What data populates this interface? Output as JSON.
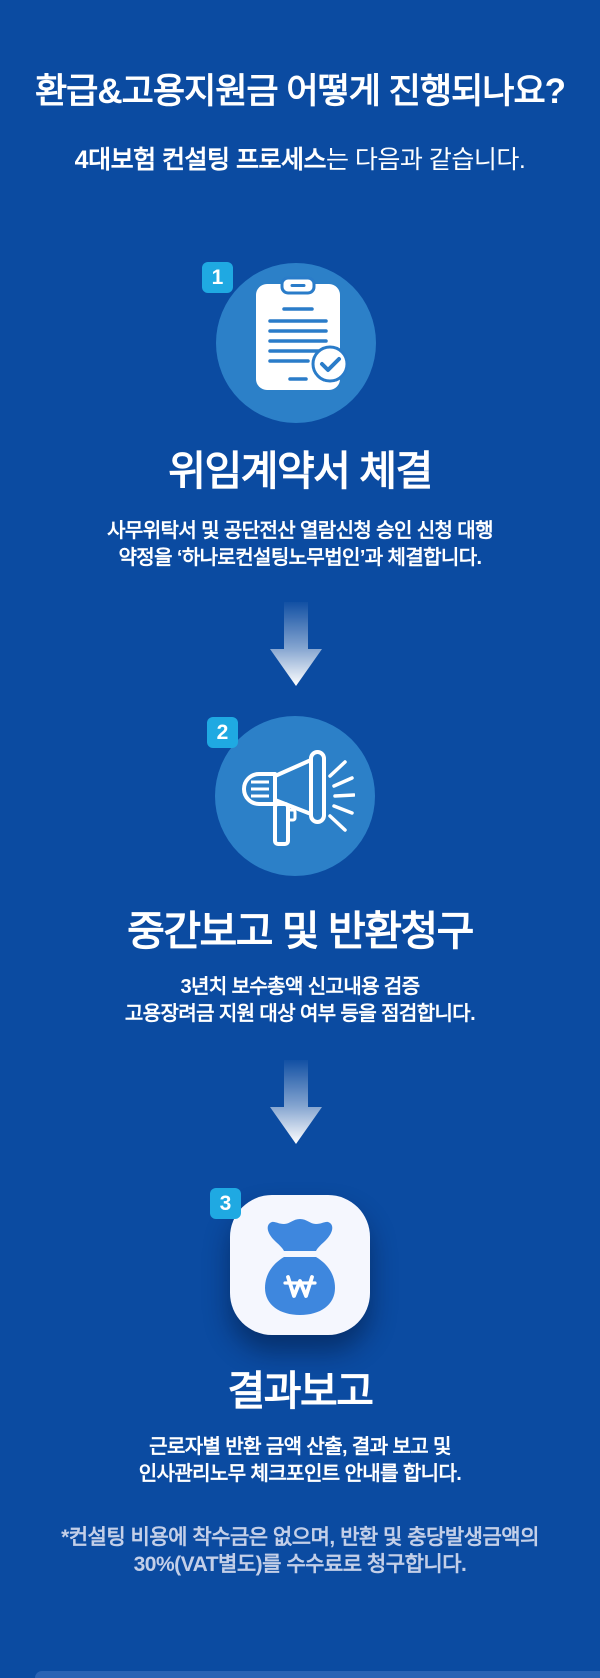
{
  "header": {
    "title": "환급&고용지원금 어떻게 진행되나요?",
    "subtitle_bold": "4대보험 컨설팅 프로세스",
    "subtitle_rest": "는 다음과 같습니다."
  },
  "steps": [
    {
      "number": "1",
      "title": "위임계약서 체결",
      "desc_line1": "사무위탁서 및 공단전산 열람신청 승인 신청 대행",
      "desc_line2": "약정을 ‘하나로컨설팅노무법인’과 체결합니다.",
      "icon": "contract-document-check-icon"
    },
    {
      "number": "2",
      "title": "중간보고 및 반환청구",
      "desc_line1": "3년치 보수총액 신고내용 검증",
      "desc_line2": "고용장려금 지원 대상 여부 등을 점검합니다.",
      "icon": "megaphone-icon"
    },
    {
      "number": "3",
      "title": "결과보고",
      "desc_line1": "근로자별 반환 금액 산출, 결과 보고 및",
      "desc_line2": "인사관리노무 체크포인트 안내를 합니다.",
      "icon": "money-bag-won-icon"
    }
  ],
  "footer": {
    "note_line1": "*컨설팅 비용에 착수금은 없으며, 반환 및 충당발생금액의",
    "note_line2": "30%(VAT별도)를 수수료로 청구합니다."
  },
  "colors": {
    "background": "#0b4ba1",
    "step_circle": "#2c80c8",
    "badge": "#1fa9e2",
    "money_bag": "#3e87de",
    "squircle": "#f5f7fe",
    "footer_text": "#c3cfe8",
    "text": "#ffffff"
  }
}
